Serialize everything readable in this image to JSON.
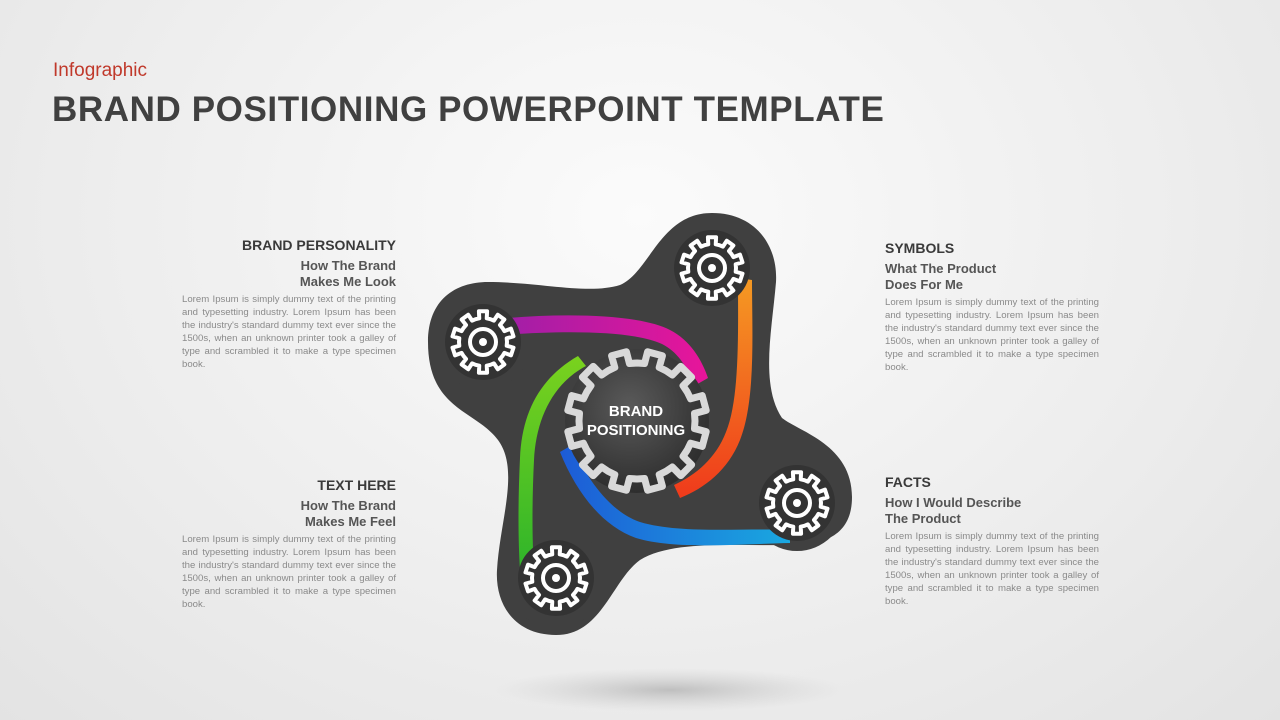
{
  "header": {
    "subtitle": "Infographic",
    "title": "BRAND POSITIONING POWERPOINT TEMPLATE"
  },
  "center": {
    "line1": "BRAND",
    "line2": "POSITIONING"
  },
  "blocks": {
    "brand_personality": {
      "heading": "BRAND PERSONALITY",
      "sub1": "How The Brand",
      "sub2": "Makes Me Look",
      "body": "Lorem Ipsum is simply dummy text of the printing and typesetting industry. Lorem Ipsum has been the industry's standard dummy text ever since the 1500s, when an unknown printer took a galley of type and scrambled it to make a type specimen book."
    },
    "text_here": {
      "heading": "TEXT HERE",
      "sub1": "How The Brand",
      "sub2": "Makes Me Feel",
      "body": "Lorem Ipsum is simply dummy text of the printing and typesetting industry. Lorem Ipsum has been the industry's standard dummy text ever since the 1500s, when an unknown printer took a galley of type and scrambled it to make a type specimen book."
    },
    "symbols": {
      "heading": "SYMBOLS",
      "sub1": "What The Product",
      "sub2": "Does For Me",
      "body": "Lorem Ipsum is simply dummy text of the printing and typesetting industry. Lorem Ipsum has been the industry's standard dummy text ever since the 1500s, when an unknown printer took a galley of type and scrambled it to make a type specimen book."
    },
    "facts": {
      "heading": "FACTS",
      "sub1": "How I Would Describe",
      "sub2": "The Product",
      "body": "Lorem Ipsum is simply dummy text of the printing and typesetting industry. Lorem Ipsum has been the industry's standard dummy text ever since the 1500s, when an unknown printer took a galley of type and scrambled it to make a type specimen book."
    }
  },
  "colors": {
    "accent_red": "#c0392b",
    "shape_dark": "#404040",
    "ribbon_magenta": "#d4149c",
    "ribbon_orange": "#f26b1d",
    "ribbon_blue": "#1e7fd0",
    "ribbon_green": "#4cc21a"
  },
  "icons": {
    "center": "gear-icon",
    "nodes": [
      "gear-icon",
      "gear-icon",
      "gear-icon",
      "gear-icon"
    ]
  }
}
